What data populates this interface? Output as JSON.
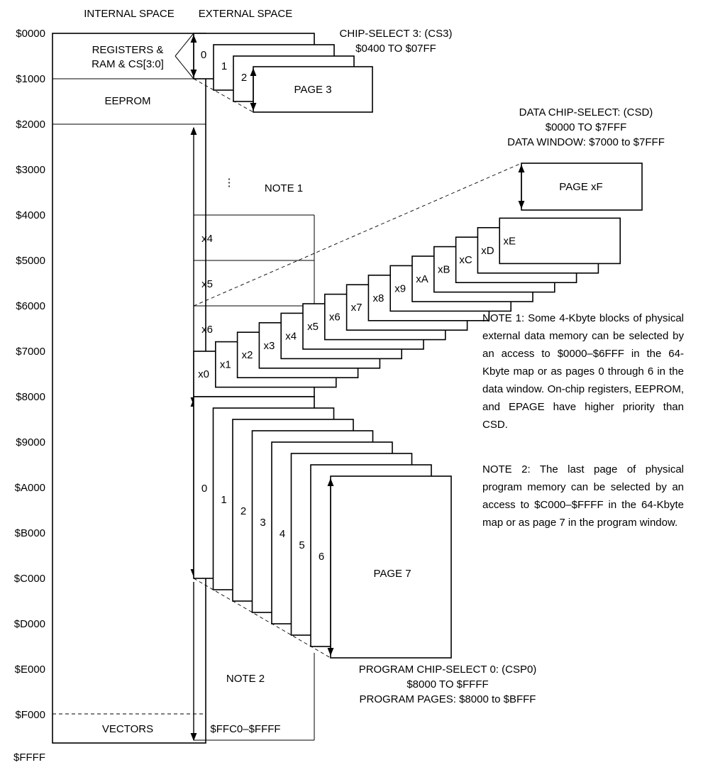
{
  "headers": {
    "internal": "INTERNAL SPACE",
    "external": "EXTERNAL SPACE"
  },
  "addresses": [
    "$0000",
    "$1000",
    "$2000",
    "$3000",
    "$4000",
    "$5000",
    "$6000",
    "$7000",
    "$8000",
    "$9000",
    "$A000",
    "$B000",
    "$C000",
    "$D000",
    "$E000",
    "$F000",
    "$FFFF"
  ],
  "internal": {
    "registers": [
      "REGISTERS &",
      "RAM & CS[3:0]"
    ],
    "eeprom": "EEPROM",
    "vectors": "VECTORS"
  },
  "cs3": {
    "title": "CHIP-SELECT 3: (CS3)",
    "range": "$0400 TO $07FF",
    "pages": [
      "0",
      "1",
      "2"
    ],
    "last_page": "PAGE 3"
  },
  "csd": {
    "title": "DATA CHIP-SELECT: (CSD)",
    "range": "$0000 TO $7FFF",
    "window": "DATA WINDOW: $7000 to $7FFF",
    "pages": [
      "x0",
      "x1",
      "x2",
      "x3",
      "x4",
      "x5",
      "x6",
      "x7",
      "x8",
      "x9",
      "xA",
      "xB",
      "xC",
      "xD",
      "xE"
    ],
    "last_page": "PAGE xF"
  },
  "external_slots": {
    "x4": "x4",
    "x5": "x5",
    "x6": "x6",
    "note1_label": "NOTE 1",
    "dots": "⋮"
  },
  "csp0": {
    "title": "PROGRAM CHIP-SELECT 0: (CSP0)",
    "range": "$8000 TO $FFFF",
    "pages_range": "PROGRAM PAGES: $8000 to $BFFF",
    "pages": [
      "0",
      "1",
      "2",
      "3",
      "4",
      "5",
      "6"
    ],
    "last_page": "PAGE 7"
  },
  "bottom": {
    "note2_label": "NOTE 2",
    "vectors_range": "$FFC0–$FFFF"
  },
  "notes": {
    "note1": "NOTE 1: Some 4-Kbyte blocks of physical external data memory can be selected by an access to $0000–$6FFF in the 64-Kbyte map or as pages 0 through 6 in the data window. On-chip registers, EEPROM, and EPAGE have higher priority than CSD.",
    "note2": "NOTE 2: The last page of physical program memory can be selected by an access to $C000–$FFFF in the 64-Kbyte map or as page 7 in the program window."
  }
}
